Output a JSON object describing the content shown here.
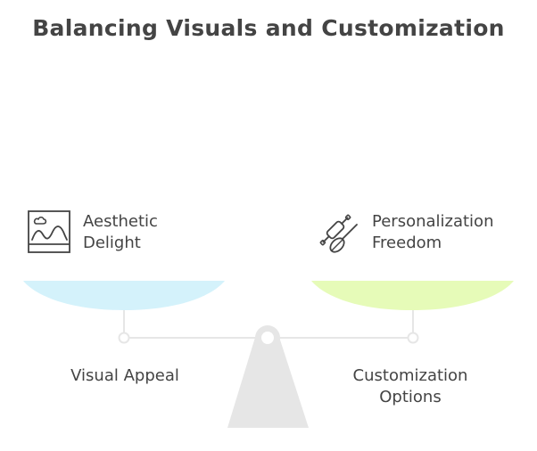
{
  "title": "Balancing Visuals and Customization",
  "left_side": {
    "pan_label_line1": "Aesthetic",
    "pan_label_line2": "Delight",
    "axis_label": "Visual Appeal",
    "icon": "picture-icon",
    "pan_color": "#d4f2fb"
  },
  "right_side": {
    "pan_label_line1": "Personalization",
    "pan_label_line2": "Freedom",
    "axis_label_line1": "Customization",
    "axis_label_line2": "Options",
    "icon": "baking-tools-icon",
    "pan_color": "#e6fbb8"
  },
  "colors": {
    "text": "#444444",
    "beam": "#e6e6e6",
    "stand": "#e6e6e6"
  }
}
